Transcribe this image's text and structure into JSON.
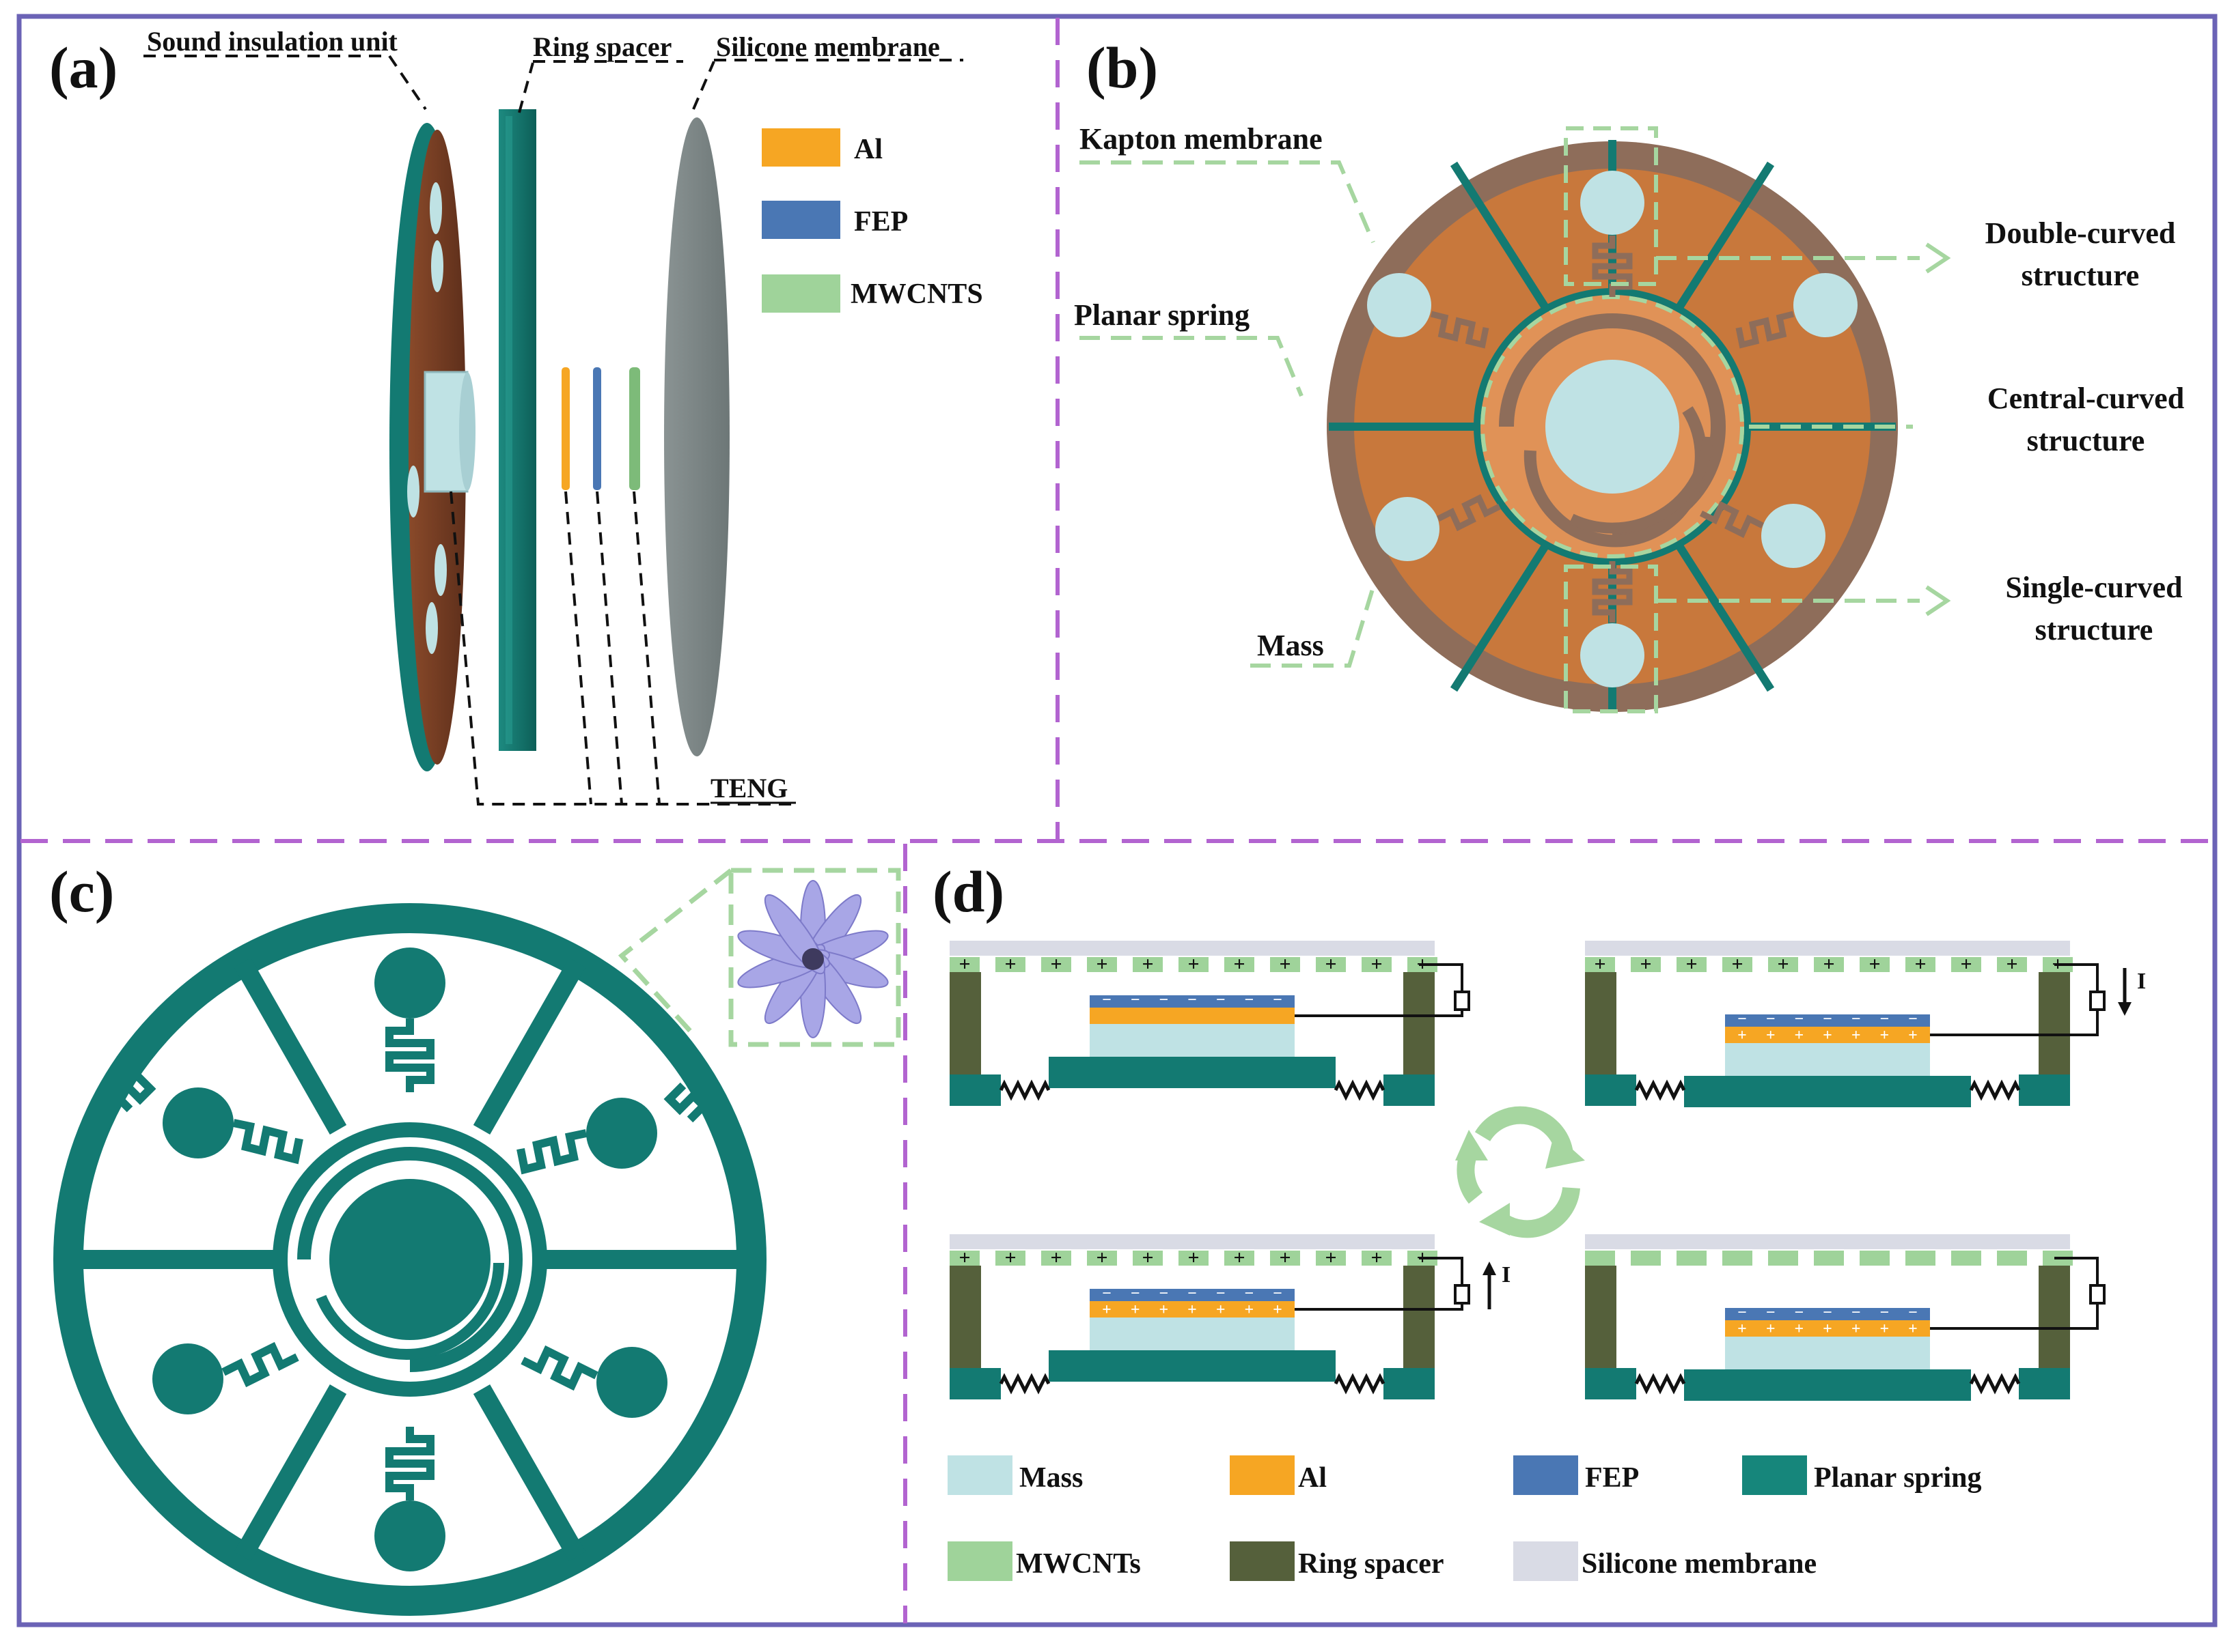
{
  "colors": {
    "frame": "#6b63b6",
    "divider": "#b264d0",
    "teal": "#137a72",
    "copper": "#c8783c",
    "brown_rim": "#8e6d5a",
    "mass": "#bfe2e4",
    "al": "#f6a623",
    "fep": "#4a77b4",
    "mwcnts": "#9fd39a",
    "ring_spacer": "#55603b",
    "silicone": "#d9dbe5",
    "guide": "#a6d6a0"
  },
  "panel_a": {
    "letter": "(a)",
    "callouts": {
      "sound_insulation_unit": "Sound insulation unit",
      "ring_spacer": "Ring spacer",
      "silicone_membrane": "Silicone membrane",
      "teng": "TENG"
    },
    "legend": [
      {
        "label": "Al",
        "color": "#f6a623"
      },
      {
        "label": "FEP",
        "color": "#4a77b4"
      },
      {
        "label": "MWCNTS",
        "color": "#9fd39a"
      }
    ]
  },
  "panel_b": {
    "letter": "(b)",
    "callouts": {
      "kapton_membrane": "Kapton membrane",
      "planar_spring": "Planar spring",
      "mass": "Mass",
      "double_curved": [
        "Double-curved",
        "structure"
      ],
      "central_curved": [
        "Central-curved",
        "structure"
      ],
      "single_curved": [
        "Single-curved",
        "structure"
      ]
    }
  },
  "panel_c": {
    "letter": "(c)",
    "inset_icon": "flower-icon"
  },
  "panel_d": {
    "letter": "(d)",
    "current_label": "I",
    "cycle_icon": "cycle-arrows-icon",
    "legend": [
      {
        "label": "Mass",
        "color": "#bfe2e4"
      },
      {
        "label": "Al",
        "color": "#f6a623"
      },
      {
        "label": "FEP",
        "color": "#4a77b4"
      },
      {
        "label": "Planar spring",
        "color": "#16867b"
      },
      {
        "label": "MWCNTs",
        "color": "#9fd39a"
      },
      {
        "label": "Ring spacer",
        "color": "#55603b"
      },
      {
        "label": "Silicone membrane",
        "color": "#d9dbe5"
      }
    ]
  }
}
